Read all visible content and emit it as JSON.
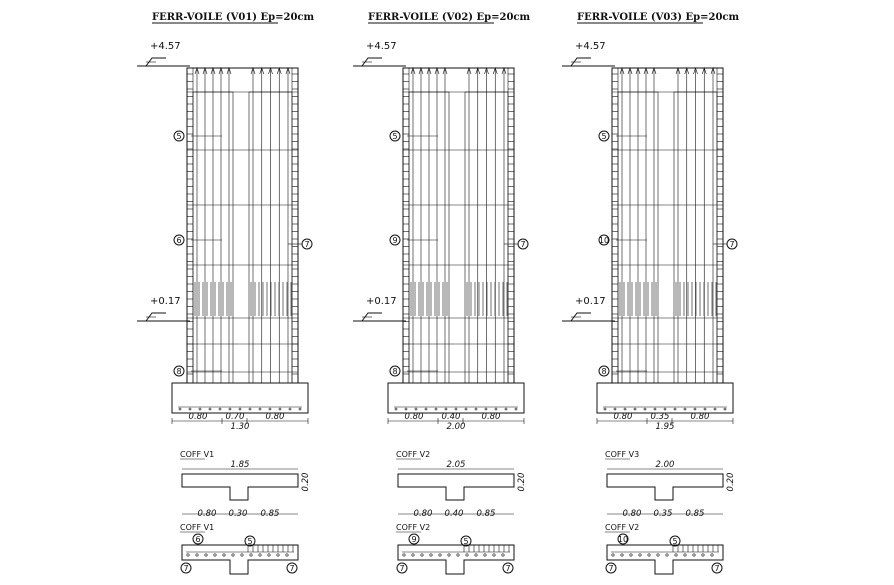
{
  "walls": [
    {
      "title": "FERR-VOILE (V01) Ep=20cm",
      "level_top": "+4.57",
      "level_mid": "+0.17",
      "marks": {
        "upper": "5",
        "middle": "6",
        "side": "7",
        "bottom": "8"
      },
      "dims": {
        "left": "0.80",
        "middle": "0.70",
        "right": "0.80",
        "total": "1.30"
      },
      "coff_label": "COFF V1",
      "coff_width": "1.85",
      "coff_height": "0.20",
      "coff_dims": {
        "left": "0.80",
        "middle": "0.30",
        "right": "0.85"
      },
      "plan_label": "COFF V1",
      "plan_marks": {
        "a": "6",
        "b": "5",
        "c": "7",
        "d": "7"
      }
    },
    {
      "title": "FERR-VOILE (V02) Ep=20cm",
      "level_top": "+4.57",
      "level_mid": "+0.17",
      "marks": {
        "upper": "5",
        "middle": "9",
        "side": "7",
        "bottom": "8"
      },
      "dims": {
        "left": "0.80",
        "middle": "0.40",
        "right": "0.80",
        "total": "2.00"
      },
      "coff_label": "COFF V2",
      "coff_width": "2.05",
      "coff_height": "0.20",
      "coff_dims": {
        "left": "0.80",
        "middle": "0.40",
        "right": "0.85"
      },
      "plan_label": "COFF V2",
      "plan_marks": {
        "a": "9",
        "b": "5",
        "c": "7",
        "d": "7"
      }
    },
    {
      "title": "FERR-VOILE (V03) Ep=20cm",
      "level_top": "+4.57",
      "level_mid": "+0.17",
      "marks": {
        "upper": "5",
        "middle": "10",
        "side": "7",
        "bottom": "8"
      },
      "dims": {
        "left": "0.80",
        "middle": "0.35",
        "right": "0.80",
        "total": "1.95"
      },
      "coff_label": "COFF V3",
      "coff_width": "2.00",
      "coff_height": "0.20",
      "coff_dims": {
        "left": "0.80",
        "middle": "0.35",
        "right": "0.85"
      },
      "plan_label": "COFF V2",
      "plan_marks": {
        "a": "10",
        "b": "5",
        "c": "7",
        "d": "7"
      }
    }
  ]
}
